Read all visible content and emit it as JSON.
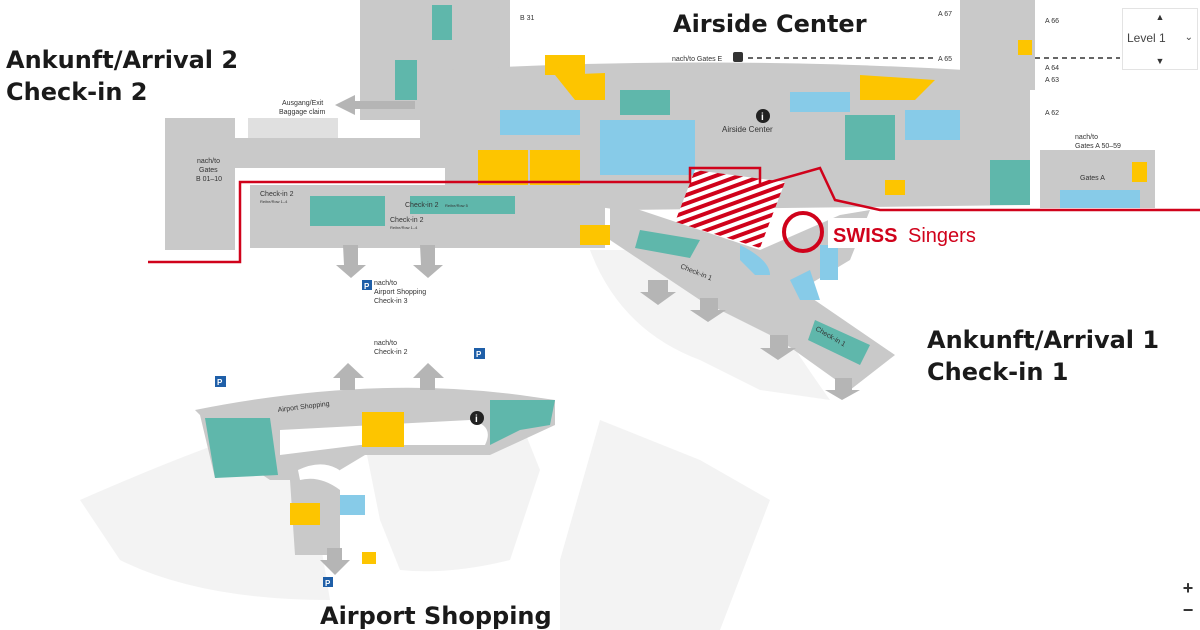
{
  "zones": {
    "arrival2": {
      "line1": "Ankunft/Arrival 2",
      "line2": "Check-in 2"
    },
    "arrival1": {
      "line1": "Ankunft/Arrival 1",
      "line2": "Check-in 1"
    },
    "airside": "Airside Center",
    "shopping": "Airport Shopping"
  },
  "small_labels": {
    "airside_center": "Airside Center",
    "exit_line1": "Ausgang/Exit",
    "exit_line2": "Baggage claim",
    "gates_b_line1": "nach/to",
    "gates_b_line2": "Gates",
    "gates_b_line3": "B 01–10",
    "b31": "B 31",
    "gates_e": "nach/to Gates E",
    "gates_a_line1": "nach/to",
    "gates_a_line2": "Gates A 50–59",
    "gates_a": "Gates A",
    "checkin2_left": "Check-in 2",
    "checkin2_left_sub": "Reihe/Row 1–4",
    "checkin2_mid": "Check-in 2",
    "checkin2_mid_sub": "Reihe/Row 5",
    "checkin2_low": "Check-in 2",
    "checkin2_low_sub": "Reihe/Row 1–4",
    "checkin1_a": "Check-in 1",
    "checkin1_b": "Check-in 1",
    "to_shopping_line1": "nach/to",
    "to_shopping_line2": "Airport Shopping",
    "to_shopping_line3": "Check-in 3",
    "to_checkin2_line1": "nach/to",
    "to_checkin2_line2": "Check-in 2",
    "airport_shopping_small": "Airport Shopping"
  },
  "gates": [
    "A 67",
    "A 66",
    "A 65",
    "A 64",
    "A 63",
    "A 62"
  ],
  "marker": {
    "brand": "SWISS",
    "name": "Singers"
  },
  "controls": {
    "level": "Level 1",
    "zoom_in": "+",
    "zoom_out": "−"
  },
  "colors": {
    "corridor": "#c9c9c9",
    "teal": "#5fb7ab",
    "blue": "#87cbe8",
    "yellow": "#fdc500",
    "red": "#d0021b",
    "background": "#ffffff",
    "apron": "#f2f2f2"
  },
  "icons": [
    "parking-icon",
    "plane-icon",
    "info-icon",
    "toilet-icon",
    "elevator-icon",
    "escalator-icon",
    "baggage-icon"
  ]
}
